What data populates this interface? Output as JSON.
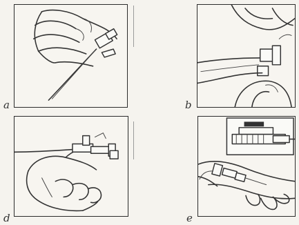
{
  "panels": {
    "a": {
      "label": "a"
    },
    "b": {
      "label": "b"
    },
    "d": {
      "label": "d"
    },
    "e": {
      "label": "e"
    }
  }
}
